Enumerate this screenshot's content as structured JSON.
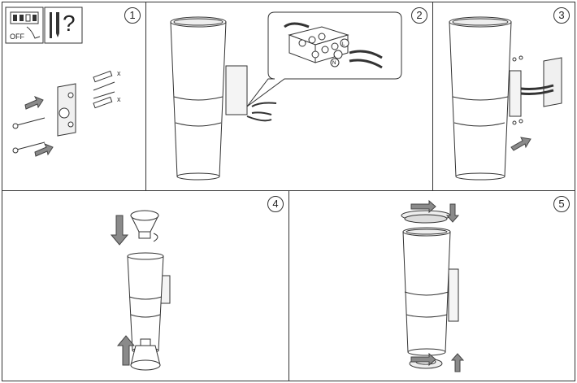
{
  "steps": [
    {
      "number": "1"
    },
    {
      "number": "2"
    },
    {
      "number": "3"
    },
    {
      "number": "4"
    },
    {
      "number": "5"
    }
  ],
  "icons": {
    "switch_off_label": "OFF",
    "tools_label": "?"
  },
  "wiring": {
    "live_label": "L",
    "neutral_label": "N"
  },
  "screw_marks": [
    "x",
    "x"
  ],
  "colors": {
    "line": "#333333",
    "arrow_fill": "#8a8a8a",
    "light_gray": "#d8d8d8"
  }
}
